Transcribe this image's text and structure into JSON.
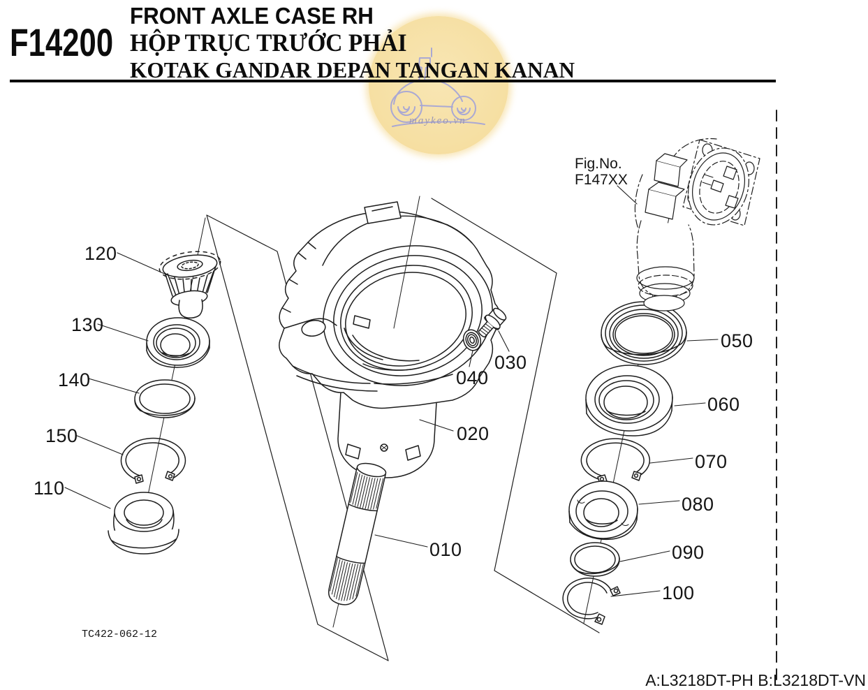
{
  "header": {
    "figure_code": "F14200",
    "titles": {
      "en": "FRONT AXLE CASE RH",
      "vi": "HỘP TRỤC TRƯỚC PHẢI",
      "id": "KOTAK GANDAR DEPAN TANGAN KANAN"
    }
  },
  "reference_figure": {
    "label": "Fig.No.",
    "code": "F147XX"
  },
  "watermark": {
    "site": "maykeo.vn"
  },
  "callouts": {
    "p010": "010",
    "p020": "020",
    "p030": "030",
    "p040": "040",
    "p050": "050",
    "p060": "060",
    "p070": "070",
    "p080": "080",
    "p090": "090",
    "p100": "100",
    "p110": "110",
    "p120": "120",
    "p130": "130",
    "p140": "140",
    "p150": "150"
  },
  "footer": {
    "drawing_code": "TC422-062-12",
    "models": "A:L3218DT-PH B:L3218DT-VN"
  },
  "colors": {
    "ink": "#1d1d1d",
    "watermark_circle": "#f6dfa2",
    "watermark_art": "#a6a6d6",
    "background": "#ffffff"
  }
}
